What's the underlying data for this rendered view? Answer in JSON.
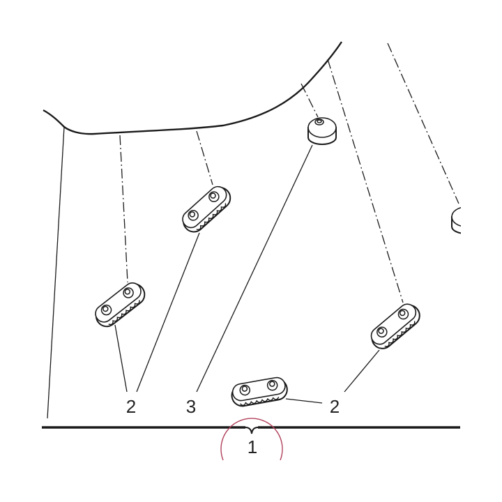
{
  "callouts": {
    "assembly": "1",
    "pad_left": "2",
    "pad_bottom": "2",
    "pad_right": "2",
    "foot": "3"
  },
  "colors": {
    "line": "#1a1a1a",
    "highlight_circle": "#b0405a"
  }
}
